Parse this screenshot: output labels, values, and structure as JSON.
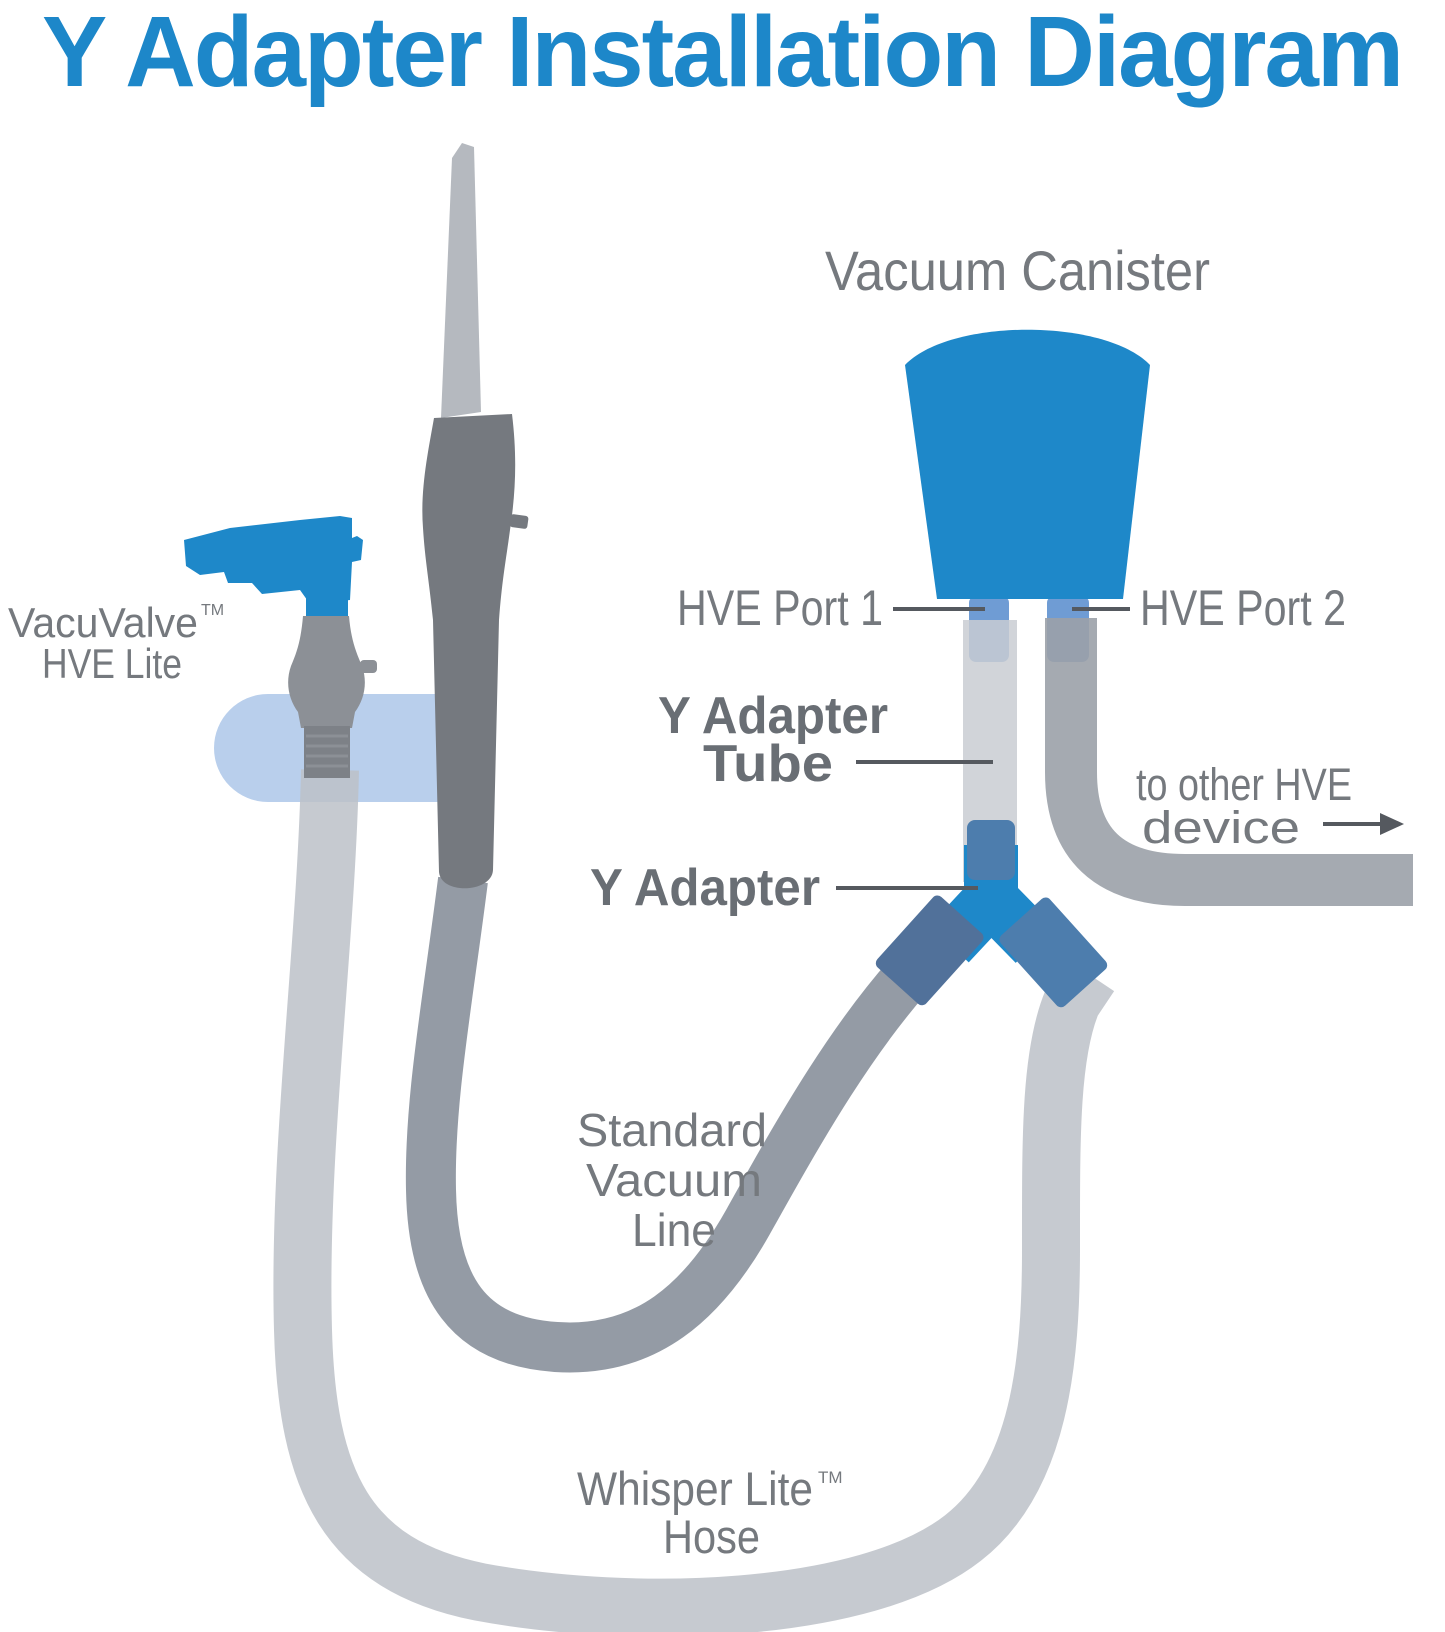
{
  "title": {
    "text": "Y Adapter Installation Diagram"
  },
  "colors": {
    "title_blue": "#1d87c9",
    "device_blue": "#1e88c9",
    "steel_blue": "#4d7dad",
    "steel_blue_dark": "#51719a",
    "port_blue": "#6f9cd4",
    "holder_pill": "#b9cfec",
    "label_gray": "#75797e",
    "bold_label_gray": "#696e74",
    "leader_line": "#55595f",
    "whisper_hose": "#bcc1c8",
    "standard_line": "#9097a1",
    "y_adapter_tube": "#c9cdd2",
    "port2_hose": "#9ba1a9",
    "handpiece": "#75797f",
    "handpiece_tip": "#b5b9bf",
    "valve_body": "#8c9096",
    "valve_connector": "#7d8187"
  },
  "labels": {
    "vacuvalve": {
      "line1": "VacuValve",
      "tm": "TM",
      "line2": "HVE Lite"
    },
    "vacuum_canister": "Vacuum Canister",
    "hve_port_1": "HVE Port 1",
    "hve_port_2": "HVE Port 2",
    "y_adapter_tube": {
      "line1": "Y Adapter",
      "line2": "Tube"
    },
    "y_adapter": "Y Adapter",
    "to_other_hve": {
      "line1": "to other HVE",
      "line2": "device"
    },
    "standard_vacuum_line": {
      "line1": "Standard",
      "line2": "Vacuum",
      "line3": "Line"
    },
    "whisper_lite": {
      "line1": "Whisper Lite",
      "tm": "TM",
      "line2": "Hose"
    }
  }
}
